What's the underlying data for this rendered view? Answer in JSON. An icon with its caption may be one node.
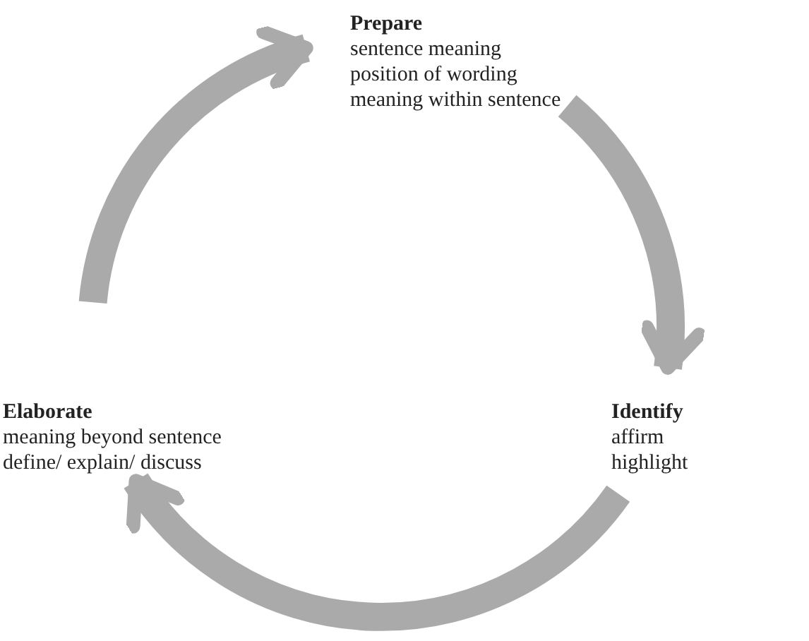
{
  "diagram": {
    "nodes": [
      {
        "text": [
          "Prepare",
          "sentence meaning",
          "position of wording",
          "meaning within sentence"
        ]
      },
      {
        "text": [
          "Identify",
          "affirm",
          "highlight"
        ]
      },
      {
        "text": [
          "Elaborate",
          "meaning beyond sentence",
          "define/ explain/ discuss"
        ]
      }
    ],
    "edges": [
      {
        "from": 0,
        "to": 1,
        "arrow": "to"
      },
      {
        "from": 1,
        "to": 2,
        "arrow": "to"
      },
      {
        "from": 2,
        "to": 0,
        "arrow": "to"
      }
    ]
  }
}
